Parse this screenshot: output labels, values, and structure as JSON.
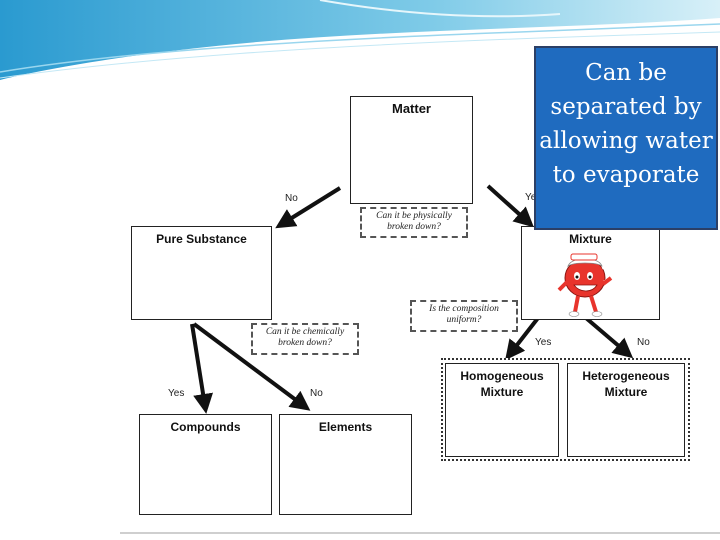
{
  "nodes": {
    "matter": "Matter",
    "pure_substance": "Pure Substance",
    "mixture": "Mixture",
    "compounds": "Compounds",
    "elements": "Elements",
    "homogeneous": "Homogeneous Mixture",
    "heterogeneous": "Heterogeneous Mixture"
  },
  "questions": {
    "physically": "Can it be physically broken down?",
    "chemically": "Can it be chemically broken down?",
    "composition": "Is the composition uniform?"
  },
  "answers": {
    "matter_no": "No",
    "matter_yes": "Yes",
    "pure_yes": "Yes",
    "pure_no": "No",
    "mixture_yes": "Yes",
    "mixture_no": "No"
  },
  "callout": {
    "text": "Can be separated by allowing water to evaporate"
  },
  "colors": {
    "callout_bg": "#1f6bbf",
    "header_wave": "#3aa7d6",
    "mascot": "#e8342c"
  },
  "icons": {
    "mascot": "kool-aid-pitcher-mascot"
  }
}
